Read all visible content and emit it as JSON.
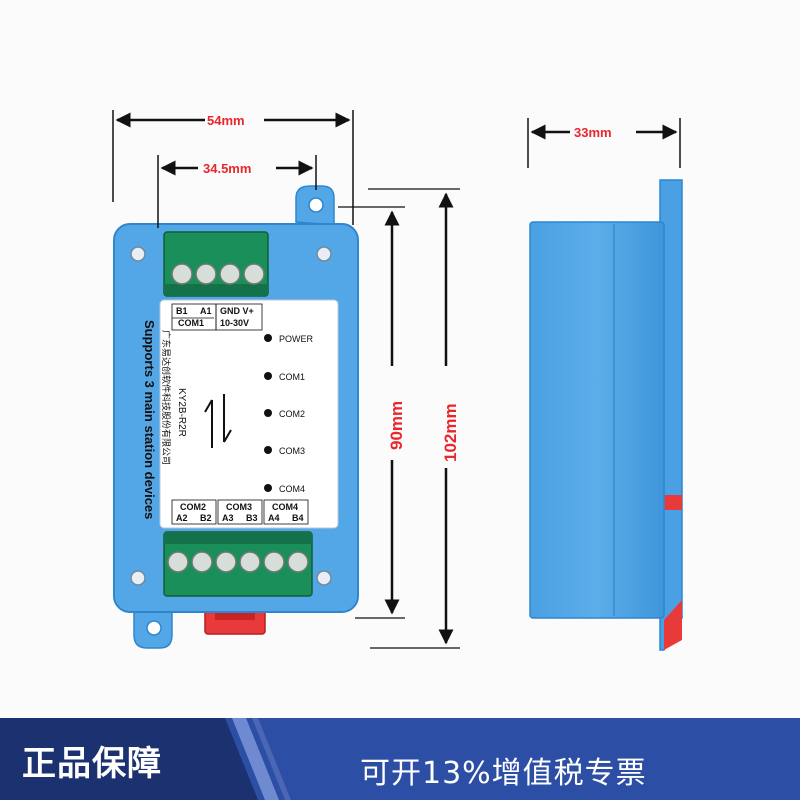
{
  "dimensions": {
    "width_total": "54mm",
    "width_inner": "34.5mm",
    "depth": "33mm",
    "height_inner": "90mm",
    "height_total": "102mm"
  },
  "module": {
    "model": "KY2B-R2R",
    "company": "广东易达创软件科技股份有限公司",
    "description": "Supports 3 main station devices",
    "top_labels": {
      "b1": "B1",
      "a1": "A1",
      "com1": "COM1",
      "gnd_v": "GND V+",
      "voltage": "10-30V"
    },
    "bottom_labels": {
      "com2": "COM2",
      "a2": "A2",
      "b2": "B2",
      "com3": "COM3",
      "a3": "A3",
      "b3": "B3",
      "com4": "COM4",
      "a4": "A4",
      "b4": "B4"
    },
    "indicators": [
      "POWER",
      "COM1",
      "COM2",
      "COM3",
      "COM4"
    ]
  },
  "banner": {
    "left_text": "正品保障",
    "right_text": "可开13%增值税专票",
    "colors": {
      "dark": "#1c3270",
      "mid": "#2d4ea5",
      "stripe": "#6f8ad0"
    }
  },
  "colors": {
    "housing": "#54a7e6",
    "housing_dark": "#2f86cf",
    "terminal": "#1a8f5a",
    "dim_red": "#e8262c",
    "red_clip": "#e83a3a"
  }
}
